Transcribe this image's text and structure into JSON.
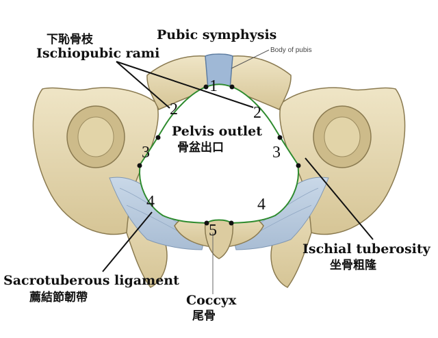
{
  "labels": {
    "pubic_symphysis": "Pubic symphysis",
    "body_of_pubis": "Body of pubis",
    "ischiopubic_rami_zh": "下恥骨枝",
    "ischiopubic_rami": "Ischiopubic rami",
    "pelvis_outlet": "Pelvis outlet",
    "pelvis_outlet_zh": "骨盆出口",
    "ischial_tuberosity": "Ischial tuberosity",
    "ischial_tuberosity_zh": "坐骨粗隆",
    "sacrotuberous_ligament": "Sacrotuberous ligament",
    "sacrotuberous_ligament_zh": "薦結節韌帶",
    "coccyx": "Coccyx",
    "coccyx_zh": "尾骨"
  },
  "markers": {
    "m1": "1",
    "m2_left": "2",
    "m2_right": "2",
    "m3_left": "3",
    "m3_right": "3",
    "m4_left": "4",
    "m4_right": "4",
    "m5": "5"
  },
  "colors": {
    "bone": "#e6d9b3",
    "bone_shadow": "#b9a77a",
    "ligament": "#b9cce0",
    "outlet_line": "#2e8b2e",
    "symphysis": "#9fb8d6"
  }
}
